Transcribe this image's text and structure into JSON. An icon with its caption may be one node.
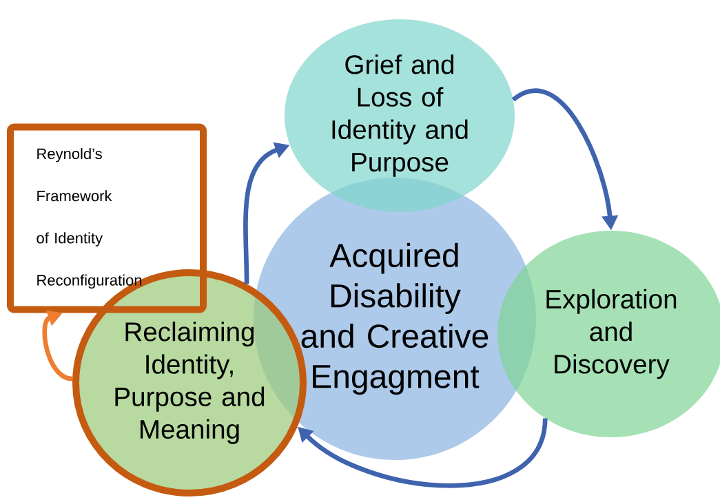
{
  "diagram": {
    "nodes": [
      {
        "text": [
          "Reynold’s Framework of Identity Reconfiguration"
        ]
      },
      {
        "text": [
          "Grief and Loss of Identity and Purpose"
        ]
      },
      {
        "text": [
          "Acquired Disability and Creative Engagment"
        ]
      },
      {
        "text": [
          "Exploration and Discovery"
        ]
      },
      {
        "text": [
          "Reclaiming Identity, Purpose and Meaning"
        ]
      }
    ],
    "edges": [
      {
        "from": 1,
        "to": 3,
        "arrow": "to"
      },
      {
        "from": 3,
        "to": 4,
        "arrow": "to"
      },
      {
        "from": 4,
        "to": 1,
        "arrow": "to"
      },
      {
        "from": 4,
        "to": 0,
        "arrow": "to",
        "color": "#ed7d31"
      }
    ]
  }
}
